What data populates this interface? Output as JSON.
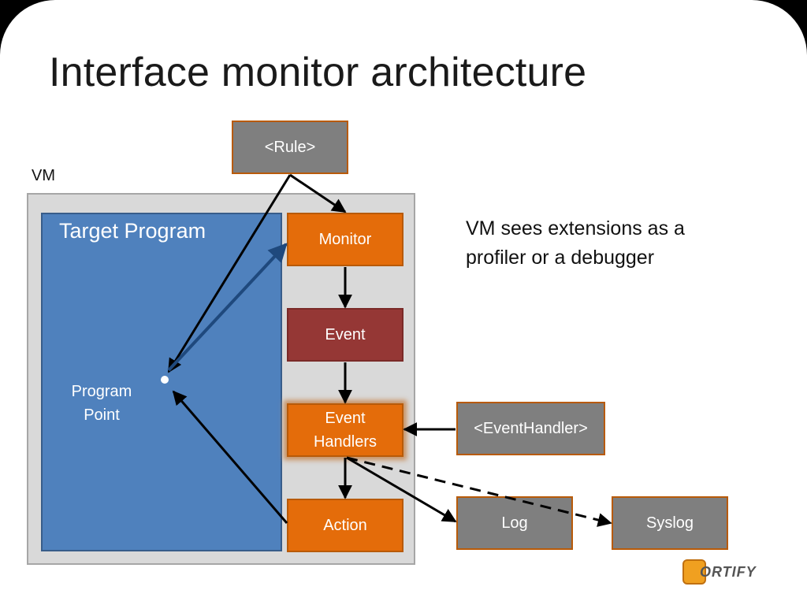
{
  "title": "Interface monitor architecture",
  "diagram": {
    "vm_label": "VM",
    "target_label": "Target Program",
    "program_point_label": "Program\nPoint",
    "rule": "<Rule>",
    "monitor": "Monitor",
    "event": "Event",
    "event_handlers": "Event\nHandlers",
    "action": "Action",
    "event_handler_tag": "<EventHandler>",
    "log": "Log",
    "syslog": "Syslog",
    "note": "VM sees extensions as a\nprofiler or a debugger"
  },
  "logo": {
    "text": "ORTIFY",
    "icon": "fortify-logo-icon"
  },
  "colors": {
    "orange": "#e46c0a",
    "event_red": "#953735",
    "gray_box": "#7f7f7f",
    "target_blue": "#4f81bd",
    "vm_gray": "#d9d9d9"
  }
}
